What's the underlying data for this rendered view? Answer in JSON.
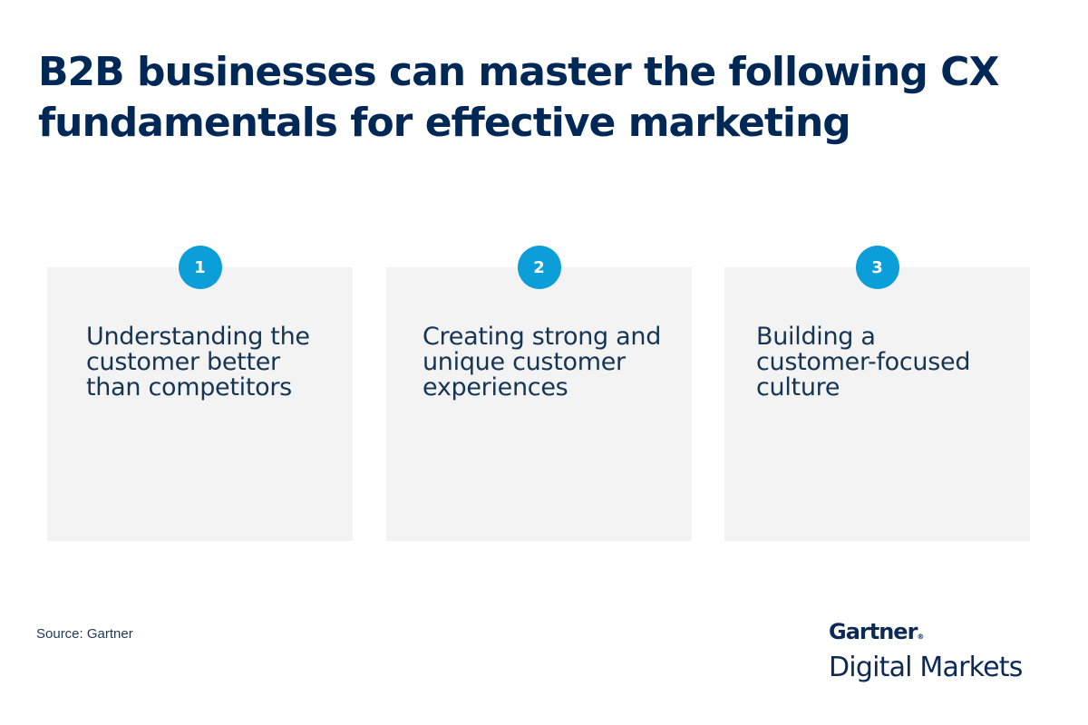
{
  "title": "B2B businesses can master the following CX fundamentals for effective marketing",
  "colors": {
    "title": "#002856",
    "badge": "#0c9ed9",
    "card_bg": "#f3f3f3",
    "text": "#153553"
  },
  "cards": [
    {
      "number": "1",
      "text": "Understanding the customer better than competitors"
    },
    {
      "number": "2",
      "text": "Creating strong and unique customer experiences"
    },
    {
      "number": "3",
      "text": "Building a customer-focused culture"
    }
  ],
  "source": "Source: Gartner",
  "logo": {
    "top": "Gartner",
    "registered": "®",
    "bottom": "Digital Markets"
  }
}
